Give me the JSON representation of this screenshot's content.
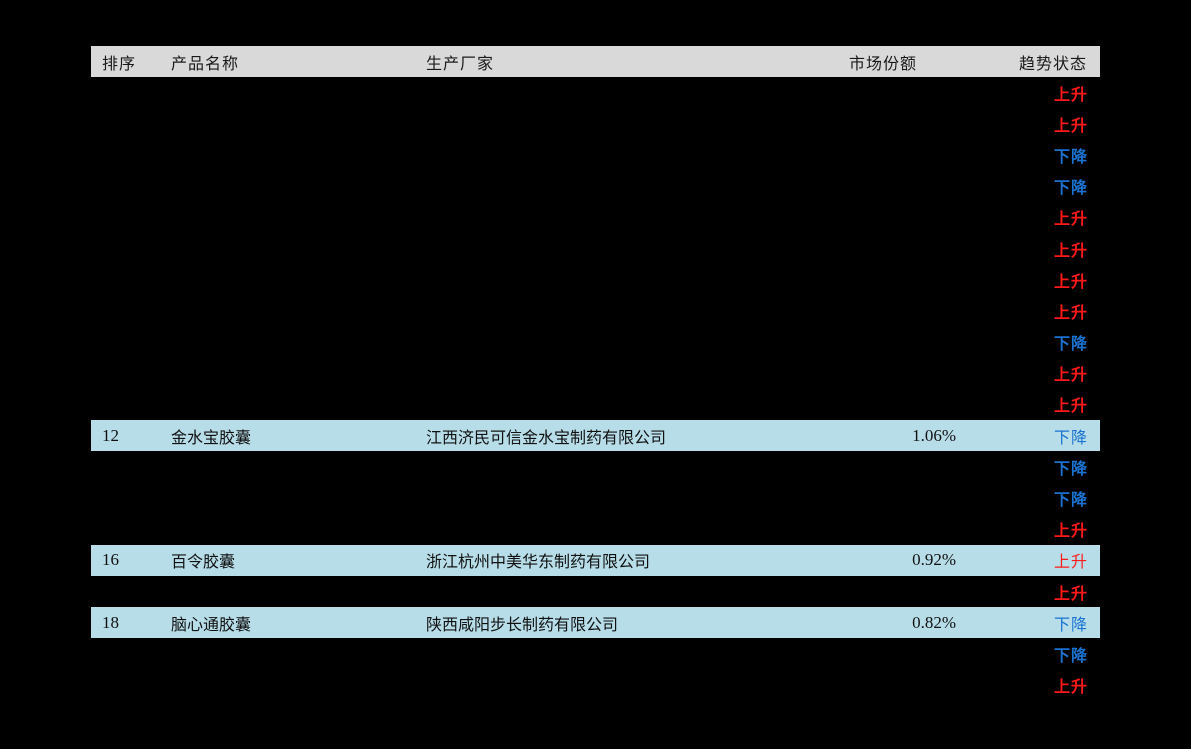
{
  "table": {
    "headers": {
      "rank": "排序",
      "name": "产品名称",
      "maker": "生产厂家",
      "share": "市场份额",
      "trend": "趋势状态"
    },
    "colors": {
      "header_bg": "#d9d9d9",
      "highlight_bg": "#b7dde8",
      "up": "#ff1a1a",
      "down": "#1a73d0",
      "background": "#000000"
    },
    "rows": [
      {
        "rank": "",
        "name": "",
        "maker": "",
        "share": "",
        "trend": "上升",
        "dir": "up",
        "highlight": false
      },
      {
        "rank": "",
        "name": "",
        "maker": "",
        "share": "",
        "trend": "上升",
        "dir": "up",
        "highlight": false
      },
      {
        "rank": "",
        "name": "",
        "maker": "",
        "share": "",
        "trend": "下降",
        "dir": "down",
        "highlight": false
      },
      {
        "rank": "",
        "name": "",
        "maker": "",
        "share": "",
        "trend": "下降",
        "dir": "down",
        "highlight": false
      },
      {
        "rank": "",
        "name": "",
        "maker": "",
        "share": "",
        "trend": "上升",
        "dir": "up",
        "highlight": false
      },
      {
        "rank": "",
        "name": "",
        "maker": "",
        "share": "",
        "trend": "上升",
        "dir": "up",
        "highlight": false
      },
      {
        "rank": "",
        "name": "",
        "maker": "",
        "share": "",
        "trend": "上升",
        "dir": "up",
        "highlight": false
      },
      {
        "rank": "",
        "name": "",
        "maker": "",
        "share": "",
        "trend": "上升",
        "dir": "up",
        "highlight": false
      },
      {
        "rank": "",
        "name": "",
        "maker": "",
        "share": "",
        "trend": "下降",
        "dir": "down",
        "highlight": false
      },
      {
        "rank": "",
        "name": "",
        "maker": "",
        "share": "",
        "trend": "上升",
        "dir": "up",
        "highlight": false
      },
      {
        "rank": "",
        "name": "",
        "maker": "",
        "share": "",
        "trend": "上升",
        "dir": "up",
        "highlight": false
      },
      {
        "rank": "12",
        "name": "金水宝胶囊",
        "maker": "江西济民可信金水宝制药有限公司",
        "share": "1.06%",
        "trend": "下降",
        "dir": "down",
        "highlight": true
      },
      {
        "rank": "",
        "name": "",
        "maker": "",
        "share": "",
        "trend": "下降",
        "dir": "down",
        "highlight": false
      },
      {
        "rank": "",
        "name": "",
        "maker": "",
        "share": "",
        "trend": "下降",
        "dir": "down",
        "highlight": false
      },
      {
        "rank": "",
        "name": "",
        "maker": "",
        "share": "",
        "trend": "上升",
        "dir": "up",
        "highlight": false
      },
      {
        "rank": "16",
        "name": "百令胶囊",
        "maker": "浙江杭州中美华东制药有限公司",
        "share": "0.92%",
        "trend": "上升",
        "dir": "up",
        "highlight": true
      },
      {
        "rank": "",
        "name": "",
        "maker": "",
        "share": "",
        "trend": "上升",
        "dir": "up",
        "highlight": false
      },
      {
        "rank": "18",
        "name": "脑心通胶囊",
        "maker": "陕西咸阳步长制药有限公司",
        "share": "0.82%",
        "trend": "下降",
        "dir": "down",
        "highlight": true
      },
      {
        "rank": "",
        "name": "",
        "maker": "",
        "share": "",
        "trend": "下降",
        "dir": "down",
        "highlight": false
      },
      {
        "rank": "",
        "name": "",
        "maker": "",
        "share": "",
        "trend": "上升",
        "dir": "up",
        "highlight": false
      }
    ]
  }
}
